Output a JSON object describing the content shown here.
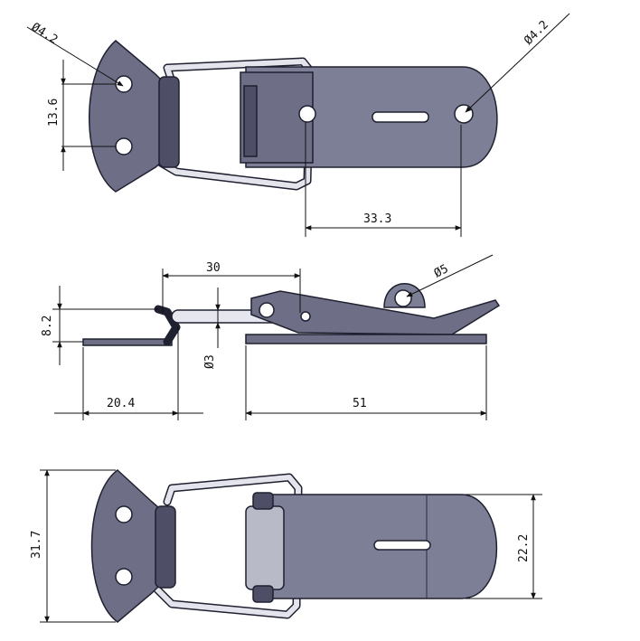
{
  "dimensions": {
    "top_hole_left": "Ø4.2",
    "top_spacing": "13.6",
    "top_hole_right": "Ø4.2",
    "top_length": "33.3",
    "mid_pin_length": "30",
    "mid_hole": "Ø5",
    "mid_height": "8.2",
    "mid_wire": "Ø3",
    "mid_base": "20.4",
    "mid_length": "51",
    "bottom_height": "31.7",
    "bottom_width": "22.2"
  }
}
